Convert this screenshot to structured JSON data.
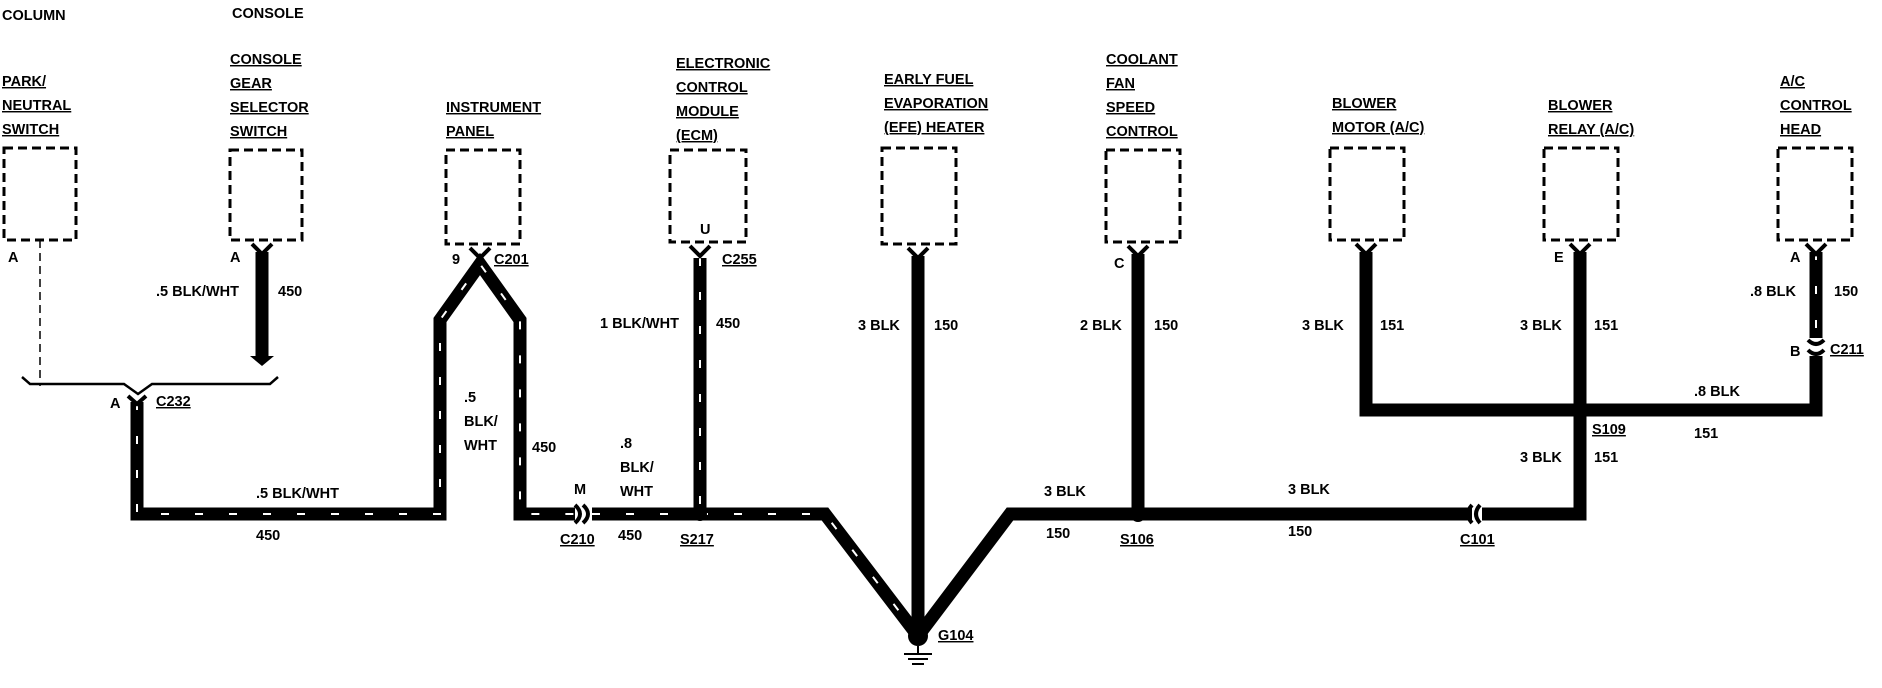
{
  "diagram": {
    "groups": {
      "column": "COLUMN",
      "console": "CONSOLE"
    },
    "components": [
      {
        "id": "park-neutral-switch",
        "lines": [
          "PARK/",
          "NEUTRAL",
          "SWITCH"
        ]
      },
      {
        "id": "console-gear-selector-switch",
        "lines": [
          "CONSOLE",
          "GEAR",
          "SELECTOR",
          "SWITCH"
        ]
      },
      {
        "id": "instrument-panel",
        "lines": [
          "INSTRUMENT",
          "PANEL"
        ]
      },
      {
        "id": "ecm",
        "lines": [
          "ELECTRONIC",
          "CONTROL",
          "MODULE",
          "(ECM)"
        ]
      },
      {
        "id": "efe-heater",
        "lines": [
          "EARLY FUEL",
          "EVAPORATION",
          "(EFE) HEATER"
        ]
      },
      {
        "id": "coolant-fan-speed-control",
        "lines": [
          "COOLANT",
          "FAN",
          "SPEED",
          "CONTROL"
        ]
      },
      {
        "id": "blower-motor",
        "lines": [
          "BLOWER",
          "MOTOR (A/C)"
        ]
      },
      {
        "id": "blower-relay",
        "lines": [
          "BLOWER",
          "RELAY (A/C)"
        ]
      },
      {
        "id": "ac-control-head",
        "lines": [
          "A/C",
          "CONTROL",
          "HEAD"
        ]
      }
    ],
    "pins": {
      "park_a": "A",
      "console_a": "A",
      "ip_9": "9",
      "ecm_u": "U",
      "coolant_c": "C",
      "relay_e": "E",
      "ach_a": "A",
      "ach_b": "B",
      "c232_a": "A",
      "c210_m": "M"
    },
    "connectors": {
      "c232": "C232",
      "c201": "C201",
      "c255": "C255",
      "c210": "C210",
      "c211": "C211",
      "c101": "C101"
    },
    "splices": {
      "s217": "S217",
      "s106": "S106",
      "s109": "S109"
    },
    "ground": "G104",
    "wire_labels": {
      "console_color": ".5 BLK/WHT",
      "console_circuit": "450",
      "horiz_color": ".5 BLK/WHT",
      "horiz_circuit": "450",
      "ip_color_1": ".5",
      "ip_color_2": "BLK/",
      "ip_color_3": "WHT",
      "ip_circuit": "450",
      "c210_color_1": ".8",
      "c210_color_2": "BLK/",
      "c210_color_3": "WHT",
      "c210_circuit": "450",
      "ecm_color": "1 BLK/WHT",
      "ecm_circuit": "450",
      "efe_color": "3 BLK",
      "efe_circuit": "150",
      "coolant_color": "2 BLK",
      "coolant_circuit": "150",
      "s106_left_color": "3 BLK",
      "s106_left_circuit": "150",
      "s106_right_color": "3 BLK",
      "s106_right_circuit": "150",
      "motor_color": "3 BLK",
      "motor_circuit": "151",
      "relay_color": "3 BLK",
      "relay_circuit": "151",
      "ach_color": ".8 BLK",
      "ach_circuit": "150",
      "c211_horiz_color": ".8 BLK",
      "c211_horiz_circuit": "151",
      "s109_down_color": "3 BLK",
      "s109_down_circuit": "151"
    }
  }
}
